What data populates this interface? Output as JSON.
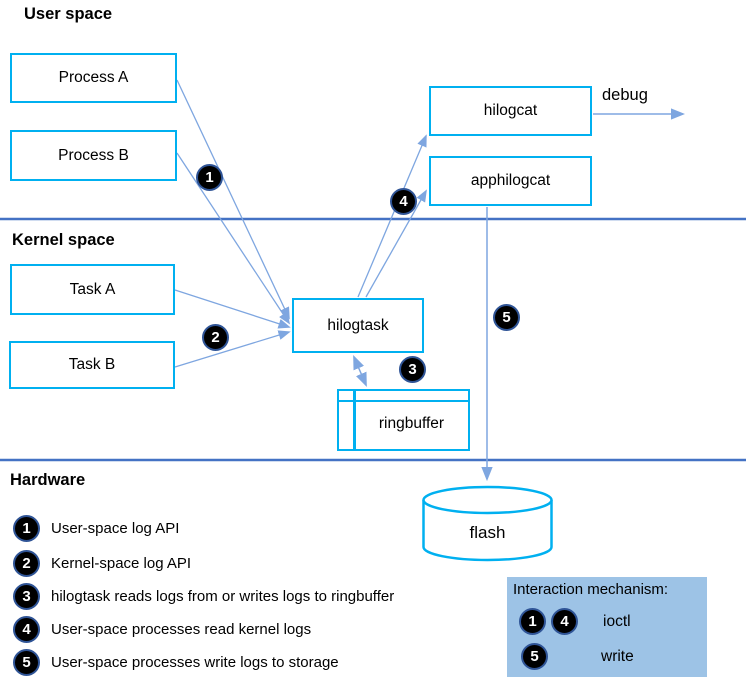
{
  "colors": {
    "node_border": "#00B0F0",
    "connector": "#7EA6E0",
    "separator": "#4472C4",
    "badge_bg": "#000000",
    "badge_ring": "#2F5496",
    "badge_text": "#FFFFFF",
    "panel_bg": "#9DC3E6"
  },
  "sections": {
    "user_space": "User space",
    "kernel_space": "Kernel space",
    "hardware": "Hardware"
  },
  "nodes": {
    "process_a": "Process A",
    "process_b": "Process B",
    "hilogcat": "hilogcat",
    "apphilogcat": "apphilogcat",
    "task_a": "Task A",
    "task_b": "Task B",
    "hilogtask": "hilogtask",
    "ringbuffer": "ringbuffer",
    "flash": "flash"
  },
  "labels": {
    "debug": "debug"
  },
  "diagram_badges": {
    "n1": "1",
    "n2": "2",
    "n3": "3",
    "n4": "4",
    "n5": "5"
  },
  "legend": [
    {
      "num": "1",
      "text": "User-space log API"
    },
    {
      "num": "2",
      "text": "Kernel-space log API"
    },
    {
      "num": "3",
      "text": "hilogtask reads logs from or writes logs to ringbuffer"
    },
    {
      "num": "4",
      "text": "User-space processes read kernel logs"
    },
    {
      "num": "5",
      "text": "User-space processes write logs to storage"
    }
  ],
  "interaction_panel": {
    "title": "Interaction mechanism:",
    "rows": [
      {
        "badges": [
          "1",
          "4"
        ],
        "mechanism": "ioctl"
      },
      {
        "badges": [
          "5"
        ],
        "mechanism": "write"
      }
    ]
  }
}
